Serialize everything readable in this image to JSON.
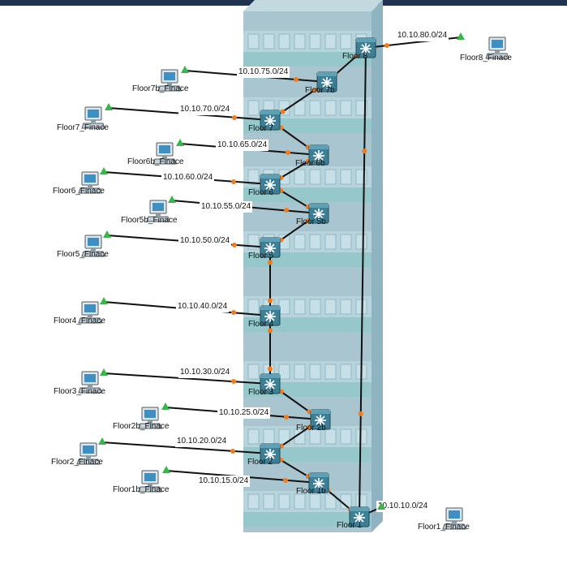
{
  "colors": {
    "link": "#111111",
    "port_down_orange": "#f07c1e",
    "port_up_green": "#3ab54a",
    "building_face": "#a9c6d0",
    "building_side": "#8fb3c0",
    "building_top": "#c3d8df",
    "switch_body": "#3e7f95",
    "topbar": "#1f3350"
  },
  "icons": {
    "switch": "multilayer-switch-icon",
    "pc": "pc-icon"
  },
  "switches": [
    {
      "id": "f8",
      "label": "Floor 8"
    },
    {
      "id": "f7b",
      "label": "Floor 7b"
    },
    {
      "id": "f7",
      "label": "Floor 7"
    },
    {
      "id": "f6b",
      "label": "Floor 6b"
    },
    {
      "id": "f6",
      "label": "Floor 6"
    },
    {
      "id": "f5b",
      "label": "Floor 5b"
    },
    {
      "id": "f5",
      "label": "Floor 5"
    },
    {
      "id": "f4",
      "label": "Floor 4"
    },
    {
      "id": "f3",
      "label": "Floor 3"
    },
    {
      "id": "f2b",
      "label": "Floor 2b"
    },
    {
      "id": "f2",
      "label": "Floor 2"
    },
    {
      "id": "f1b",
      "label": "Floor 1b"
    },
    {
      "id": "f1",
      "label": "Floor 1"
    }
  ],
  "pcs": [
    {
      "id": "pc8",
      "label": "Floor8_Finace",
      "network": "10.10.80.0/24"
    },
    {
      "id": "pc7b",
      "label": "Floor7b_Finace",
      "network": "10.10.75.0/24"
    },
    {
      "id": "pc7",
      "label": "Floor7_Finace",
      "network": "10.10.70.0/24"
    },
    {
      "id": "pc6b",
      "label": "Floor6b_Finace",
      "network": "10.10.65.0/24"
    },
    {
      "id": "pc6",
      "label": "Floor6_Finace",
      "network": "10.10.60.0/24"
    },
    {
      "id": "pc5b",
      "label": "Floor5b_Finace",
      "network": "10.10.55.0/24"
    },
    {
      "id": "pc5",
      "label": "Floor5_Finace",
      "network": "10.10.50.0/24"
    },
    {
      "id": "pc4",
      "label": "Floor4_Finace",
      "network": "10.10.40.0/24"
    },
    {
      "id": "pc3",
      "label": "Floor3_Finace",
      "network": "10.10.30.0/24"
    },
    {
      "id": "pc2b",
      "label": "Floor2b_Finace",
      "network": "10.10.25.0/24"
    },
    {
      "id": "pc2",
      "label": "Floor2_Finace",
      "network": "10.10.20.0/24"
    },
    {
      "id": "pc1b",
      "label": "Floor1b_Finace",
      "network": "10.10.15.0/24"
    },
    {
      "id": "pc1",
      "label": "Floor1_Finace",
      "network": "10.10.10.0/24"
    }
  ],
  "links": [
    {
      "from": "f8",
      "to": "f7b"
    },
    {
      "from": "f8",
      "to": "f1"
    },
    {
      "from": "f7b",
      "to": "f7"
    },
    {
      "from": "f7",
      "to": "f6b"
    },
    {
      "from": "f6b",
      "to": "f6"
    },
    {
      "from": "f6",
      "to": "f5b"
    },
    {
      "from": "f5b",
      "to": "f5"
    },
    {
      "from": "f5",
      "to": "f4"
    },
    {
      "from": "f4",
      "to": "f3"
    },
    {
      "from": "f3",
      "to": "f2b"
    },
    {
      "from": "f2b",
      "to": "f2"
    },
    {
      "from": "f2",
      "to": "f1b"
    },
    {
      "from": "f1b",
      "to": "f1"
    }
  ]
}
